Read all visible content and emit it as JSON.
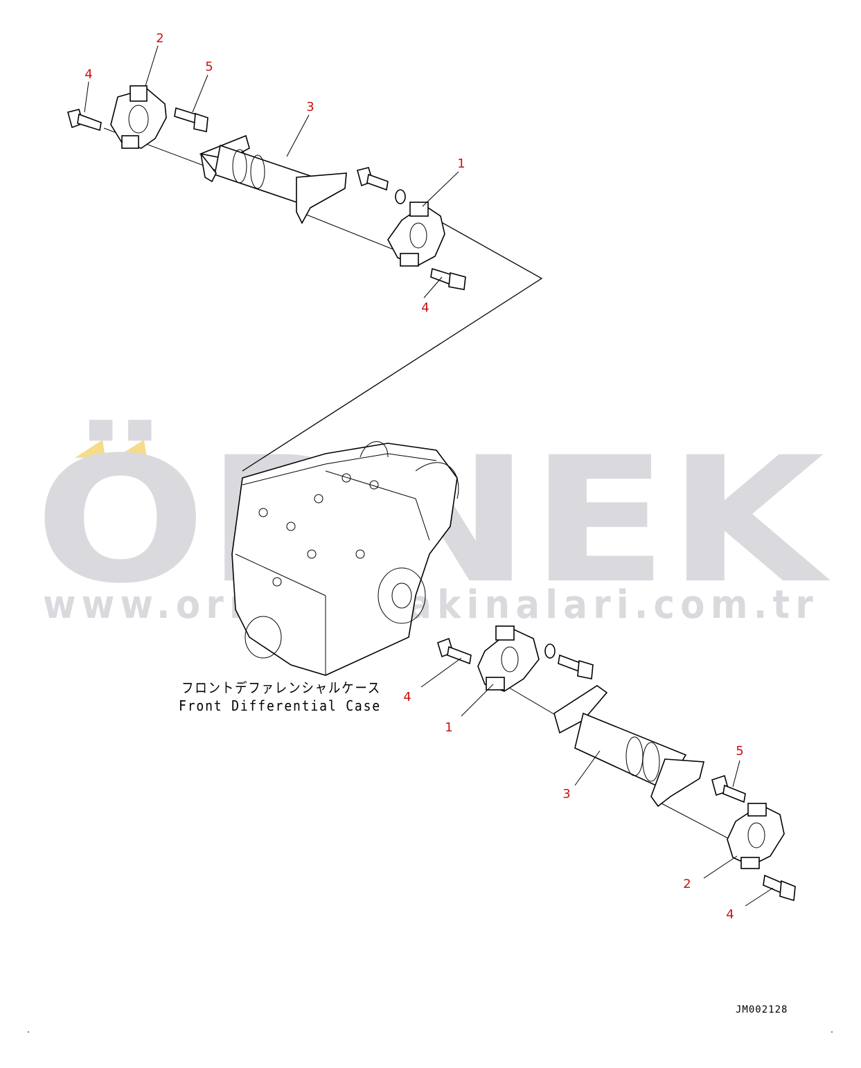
{
  "watermark": {
    "brand": "ÖRNEK",
    "url": "www.ornekismakinalari.com.tr",
    "accent_color": "#f6dc8a",
    "text_color": "#d9d9de"
  },
  "callout_color": "#cc1111",
  "callouts": [
    {
      "id": "top-2",
      "label": "2"
    },
    {
      "id": "top-4a",
      "label": "4"
    },
    {
      "id": "top-5",
      "label": "5"
    },
    {
      "id": "top-3",
      "label": "3"
    },
    {
      "id": "top-1",
      "label": "1"
    },
    {
      "id": "top-4b",
      "label": "4"
    },
    {
      "id": "bot-4a",
      "label": "4"
    },
    {
      "id": "bot-1",
      "label": "1"
    },
    {
      "id": "bot-5",
      "label": "5"
    },
    {
      "id": "bot-3",
      "label": "3"
    },
    {
      "id": "bot-2",
      "label": "2"
    },
    {
      "id": "bot-4b",
      "label": "4"
    }
  ],
  "caption": {
    "japanese": "フロントデファレンシャルケース",
    "english": "Front Differential Case"
  },
  "drawing_code": "JM002128"
}
